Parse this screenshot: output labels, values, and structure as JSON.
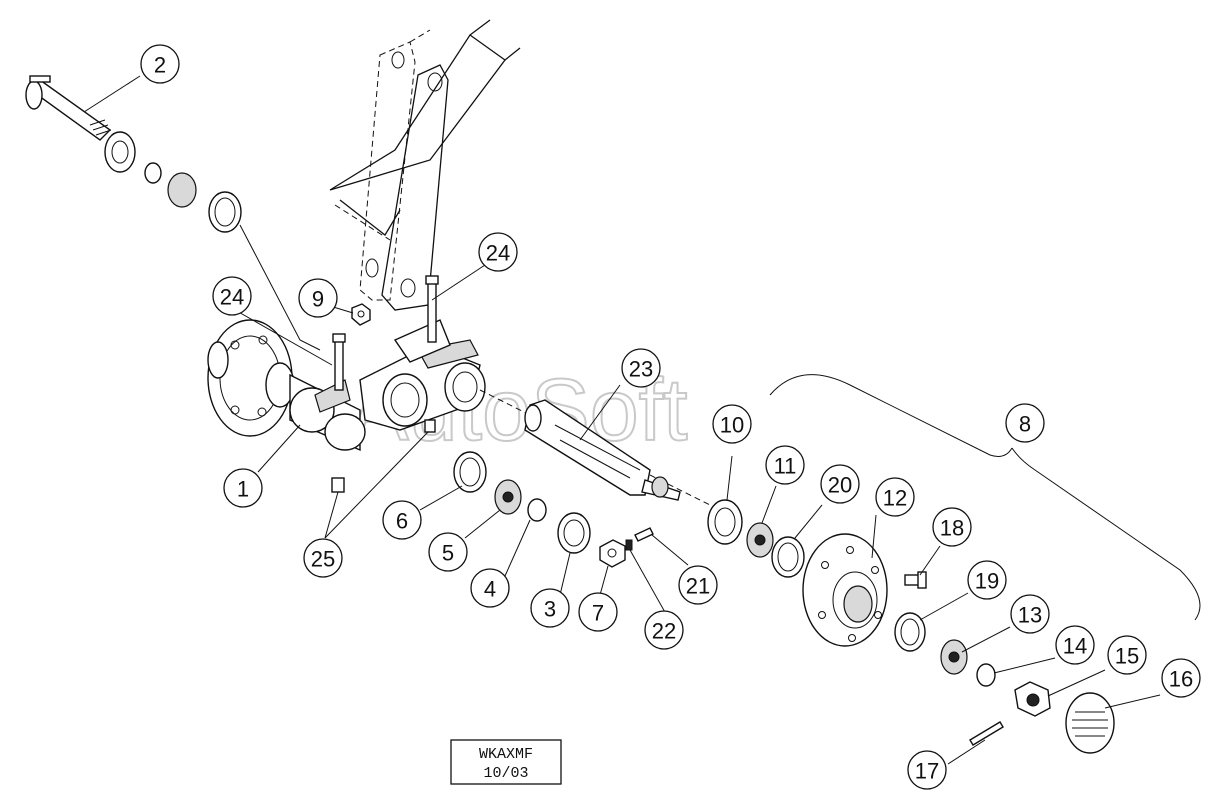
{
  "callouts": [
    {
      "id": "c2",
      "label": "2"
    },
    {
      "id": "c24a",
      "label": "24"
    },
    {
      "id": "c24b",
      "label": "24"
    },
    {
      "id": "c9",
      "label": "9"
    },
    {
      "id": "c23",
      "label": "23"
    },
    {
      "id": "c1",
      "label": "1"
    },
    {
      "id": "c25",
      "label": "25"
    },
    {
      "id": "c6",
      "label": "6"
    },
    {
      "id": "c5",
      "label": "5"
    },
    {
      "id": "c4",
      "label": "4"
    },
    {
      "id": "c3",
      "label": "3"
    },
    {
      "id": "c7",
      "label": "7"
    },
    {
      "id": "c22",
      "label": "22"
    },
    {
      "id": "c21",
      "label": "21"
    },
    {
      "id": "c10",
      "label": "10"
    },
    {
      "id": "c11",
      "label": "11"
    },
    {
      "id": "c20",
      "label": "20"
    },
    {
      "id": "c8",
      "label": "8"
    },
    {
      "id": "c12",
      "label": "12"
    },
    {
      "id": "c18",
      "label": "18"
    },
    {
      "id": "c19",
      "label": "19"
    },
    {
      "id": "c13",
      "label": "13"
    },
    {
      "id": "c14",
      "label": "14"
    },
    {
      "id": "c15",
      "label": "15"
    },
    {
      "id": "c16",
      "label": "16"
    },
    {
      "id": "c17",
      "label": "17"
    }
  ],
  "watermark": "AutoSoft",
  "stamp": {
    "line1": "WKAXMF",
    "line2": "10/03"
  }
}
